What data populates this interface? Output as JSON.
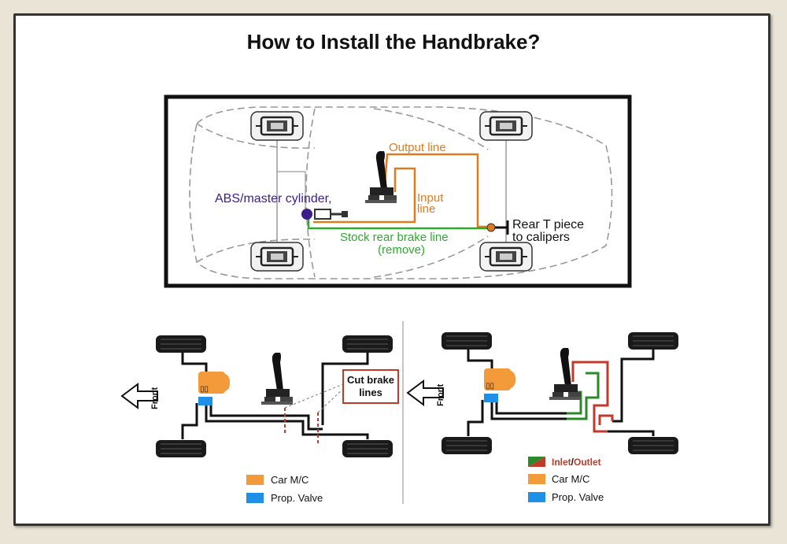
{
  "title": "How to Install the Handbrake?",
  "top_diagram": {
    "abs_label": "ABS/master cylinder,",
    "output_label": "Output line",
    "input_label_1": "Input",
    "input_label_2": "line",
    "stock_label_1": "Stock rear brake line",
    "stock_label_2": "(remove)",
    "rear_label_1": "Rear T piece",
    "rear_label_2": "to calipers"
  },
  "bottom_left": {
    "front_label": "Front",
    "cut_label_1": "Cut brake",
    "cut_label_2": "lines",
    "legend": [
      {
        "label": "Car M/C",
        "color": "#f39a3a"
      },
      {
        "label": "Prop. Valve",
        "color": "#1e90e8"
      }
    ]
  },
  "bottom_right": {
    "front_label": "Front",
    "inlet_label": "Inlet",
    "slash": "/",
    "outlet_label": "Outlet",
    "legend": [
      {
        "label": "Car M/C",
        "color": "#f39a3a"
      },
      {
        "label": "Prop. Valve",
        "color": "#1e90e8"
      }
    ]
  },
  "colors": {
    "output": "#e07a1f",
    "stock": "#2faa2f",
    "abs": "#3b1f8a",
    "cut": "#c0392b",
    "inlet": "#2a8a2a",
    "outlet": "#c0392b"
  }
}
